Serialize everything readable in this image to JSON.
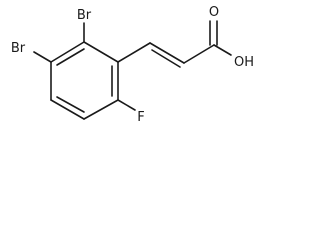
{
  "molecule": {
    "atoms": {
      "br_top": "Br",
      "br_left": "Br",
      "fluorine": "F",
      "oxygen": "O",
      "hydroxyl": "OH"
    }
  }
}
